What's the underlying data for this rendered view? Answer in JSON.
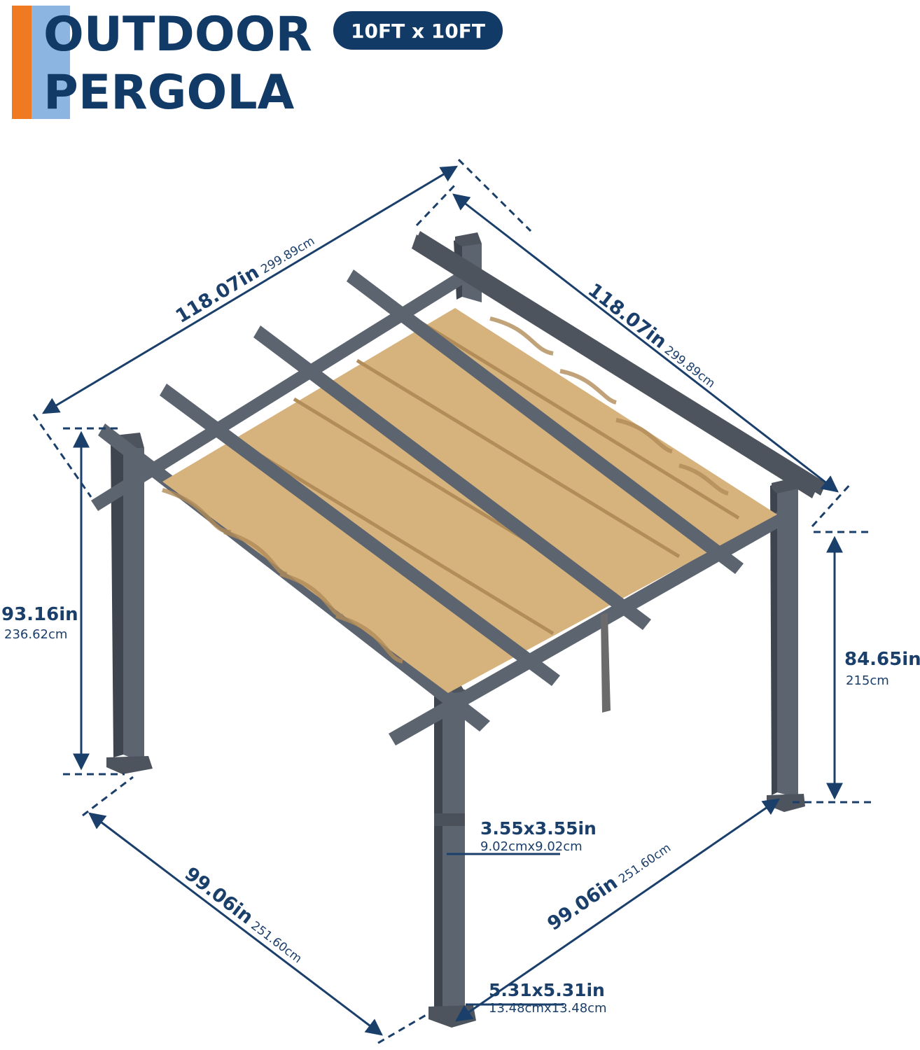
{
  "header": {
    "title_line1": "OUTDOOR",
    "title_line2": "PERGOLA",
    "size_badge": "10FT x 10FT",
    "accent_color": "#f07a22",
    "secondary_accent_color": "#8db5e2",
    "brand_color": "#123a66"
  },
  "dimensions": {
    "top_left_length": {
      "main": "118.07in",
      "sub": "299.89cm"
    },
    "top_right_length": {
      "main": "118.07in",
      "sub": "299.89cm"
    },
    "total_height": {
      "main": "93.16in",
      "sub": "236.62cm"
    },
    "clear_height": {
      "main": "84.65in",
      "sub": "215cm"
    },
    "post_size": {
      "main": "3.55x3.55in",
      "sub": "9.02cmx9.02cm"
    },
    "base_plate_size": {
      "main": "5.31x5.31in",
      "sub": "13.48cmx13.48cm"
    },
    "bottom_left_span": {
      "main": "99.06in",
      "sub": "251.60cm"
    },
    "bottom_right_span": {
      "main": "99.06in",
      "sub": "251.60cm"
    }
  },
  "colors": {
    "frame": "#5c6470",
    "frame_dark": "#3f454e",
    "canopy": "#d6b27c",
    "canopy_shadow": "#b28c59",
    "dimension_line": "#1b3f6b"
  }
}
